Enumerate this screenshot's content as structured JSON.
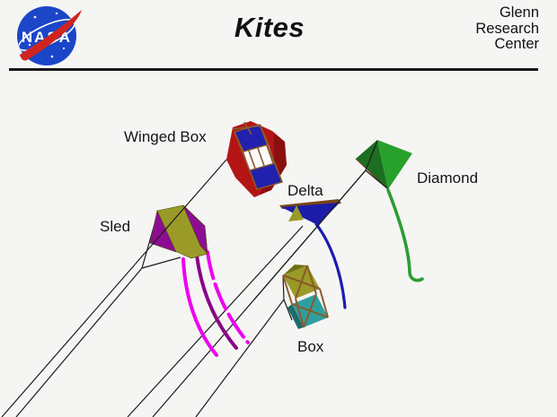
{
  "figure": {
    "title": "Kites",
    "organization": {
      "lines": [
        "Glenn",
        "Research",
        "Center"
      ]
    },
    "logo_text": "NASA",
    "kite_labels": {
      "winged_box": "Winged Box",
      "sled": "Sled",
      "delta": "Delta",
      "diamond": "Diamond",
      "box": "Box"
    },
    "colors": {
      "background": "#f5f5f3",
      "string": "#1c1c1c",
      "nasa_blue": "#1b46c8",
      "nasa_red": "#d0241f",
      "winged_box_red": "#b31515",
      "winged_box_dark_red": "#8a1010",
      "winged_box_blue": "#2121ad",
      "strut_brown": "#8b5a2b",
      "spar_brown": "#7a4418",
      "window_white": "#fafafa",
      "sled_olive": "#9a9a28",
      "sled_purple": "#8d0d92",
      "streamer_magenta": "#ee00ee",
      "streamer_purple": "#8a008a",
      "delta_blue": "#1c1ca8",
      "delta_keel_olive": "#9a9a28",
      "delta_tail_blue": "#1c1cb0",
      "diamond_green": "#28a12c",
      "diamond_dark_green": "#1d6e20",
      "diamond_tail_green": "#2b9e33",
      "box_olive": "#9a9a28",
      "box_olive_dark": "#6e6e14",
      "box_teal": "#2f9e9e",
      "box_teal_dark": "#1d6c6c"
    }
  }
}
